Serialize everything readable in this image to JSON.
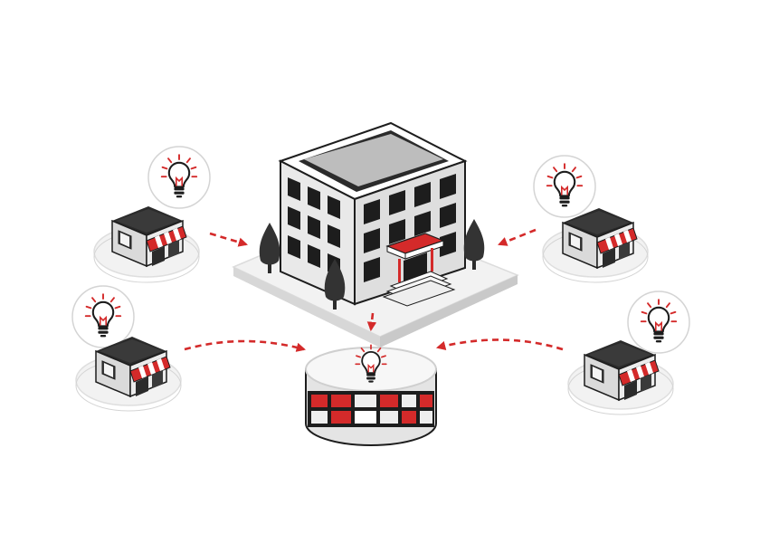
{
  "colors": {
    "accent": "#d42a2a",
    "dark": "#2b2b2b",
    "mid": "#8e8e8e",
    "light": "#e6e6e6",
    "platform": "#f2f2f2",
    "background": "#ffffff"
  },
  "headquarters": {
    "icon": "office-building-icon",
    "trees": 3
  },
  "central_hub": {
    "icon": "lightbulb-icon"
  },
  "stores": [
    {
      "id": "top-left",
      "icon": "storefront-icon",
      "idea_icon": "lightbulb-icon"
    },
    {
      "id": "top-right",
      "icon": "storefront-icon",
      "idea_icon": "lightbulb-icon"
    },
    {
      "id": "bottom-left",
      "icon": "storefront-icon",
      "idea_icon": "lightbulb-icon"
    },
    {
      "id": "bottom-right",
      "icon": "storefront-icon",
      "idea_icon": "lightbulb-icon"
    }
  ],
  "connections": [
    {
      "from": "top-left-store",
      "to": "headquarters",
      "style": "dashed-arrow"
    },
    {
      "from": "top-right-store",
      "to": "headquarters",
      "style": "dashed-arrow"
    },
    {
      "from": "headquarters",
      "to": "central-hub",
      "style": "dashed-arrow"
    },
    {
      "from": "bottom-left-store",
      "to": "central-hub",
      "style": "dashed-arrow"
    },
    {
      "from": "bottom-right-store",
      "to": "central-hub",
      "style": "dashed-arrow"
    }
  ]
}
